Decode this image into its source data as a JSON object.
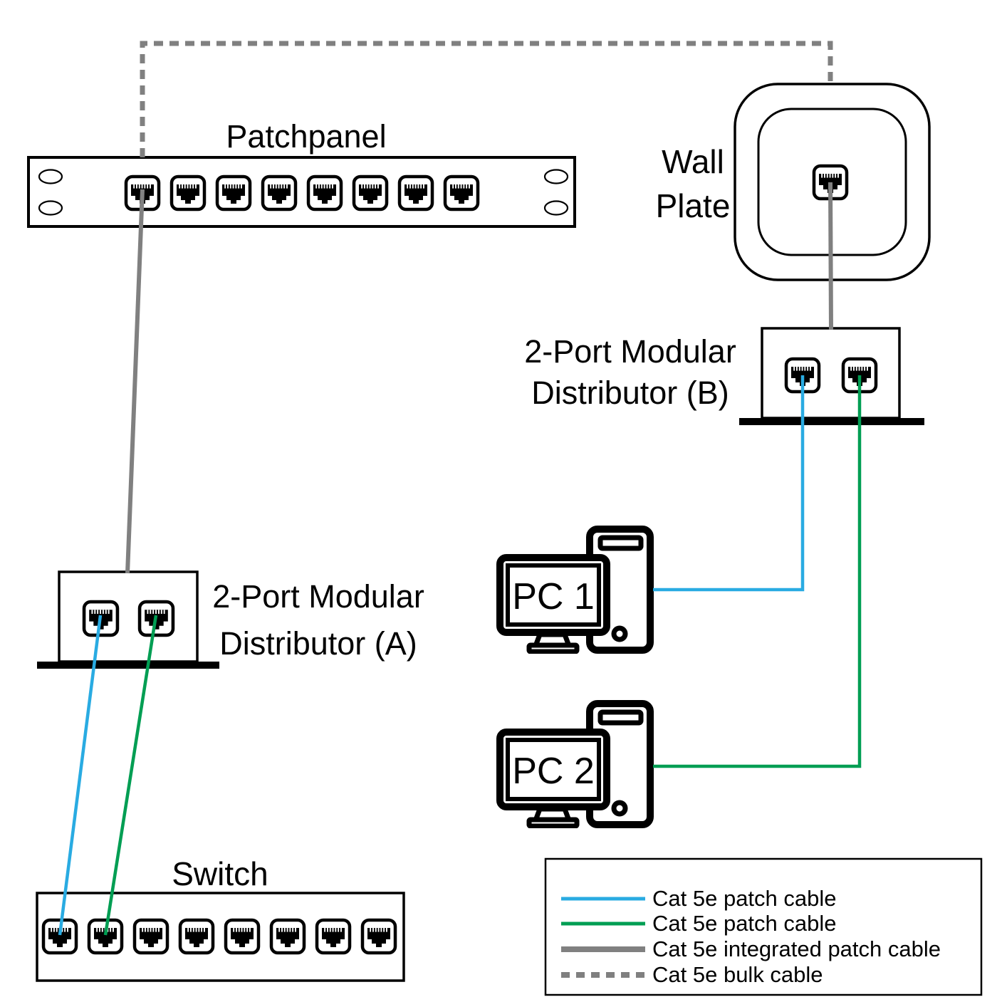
{
  "patchpanel": {
    "label": "Patchpanel",
    "port_count": 8
  },
  "wall_plate": {
    "label_line1": "Wall",
    "label_line2": "Plate",
    "port_count": 1
  },
  "distributor_a": {
    "label_line1": "2-Port Modular",
    "label_line2": "Distributor (A)",
    "port_count": 2
  },
  "distributor_b": {
    "label_line1": "2-Port Modular",
    "label_line2": "Distributor (B)",
    "port_count": 2
  },
  "switch": {
    "label": "Switch",
    "port_count": 8
  },
  "pcs": [
    {
      "label": "PC 1"
    },
    {
      "label": "PC 2"
    }
  ],
  "colors": {
    "cable_patch_blue": "#29ABE2",
    "cable_patch_green": "#009E53",
    "cable_gray": "#808080",
    "device_outline": "#000000",
    "background": "#FFFFFF"
  },
  "cables": [
    {
      "name": "bulk-cable",
      "type": "Cat 5e bulk cable",
      "from": "Patchpanel port 1",
      "to": "Wall Plate",
      "style": "dashed",
      "color": "#808080"
    },
    {
      "name": "integrated-patch-a",
      "type": "Cat 5e integrated patch cable",
      "from": "Patchpanel port 1",
      "to": "2-Port Modular Distributor (A)",
      "style": "solid",
      "color": "#808080"
    },
    {
      "name": "integrated-patch-b",
      "type": "Cat 5e integrated patch cable",
      "from": "Wall Plate",
      "to": "2-Port Modular Distributor (B)",
      "style": "solid",
      "color": "#808080"
    },
    {
      "name": "patch-blue-a",
      "type": "Cat 5e patch cable",
      "from": "Distributor (A) port 1",
      "to": "Switch port 1",
      "style": "solid",
      "color": "#29ABE2"
    },
    {
      "name": "patch-green-a",
      "type": "Cat 5e patch cable",
      "from": "Distributor (A) port 2",
      "to": "Switch port 2",
      "style": "solid",
      "color": "#009E53"
    },
    {
      "name": "patch-blue-b",
      "type": "Cat 5e patch cable",
      "from": "Distributor (B) port 1",
      "to": "PC 1",
      "style": "solid",
      "color": "#29ABE2"
    },
    {
      "name": "patch-green-b",
      "type": "Cat 5e patch cable",
      "from": "Distributor (B) port 2",
      "to": "PC 2",
      "style": "solid",
      "color": "#009E53"
    }
  ],
  "legend": {
    "items": [
      {
        "label": "Cat 5e patch cable",
        "color": "#29ABE2",
        "style": "solid"
      },
      {
        "label": "Cat 5e patch cable",
        "color": "#009E53",
        "style": "solid"
      },
      {
        "label": "Cat 5e integrated patch cable",
        "color": "#808080",
        "style": "solid"
      },
      {
        "label": "Cat 5e bulk cable",
        "color": "#808080",
        "style": "dashed"
      }
    ]
  }
}
